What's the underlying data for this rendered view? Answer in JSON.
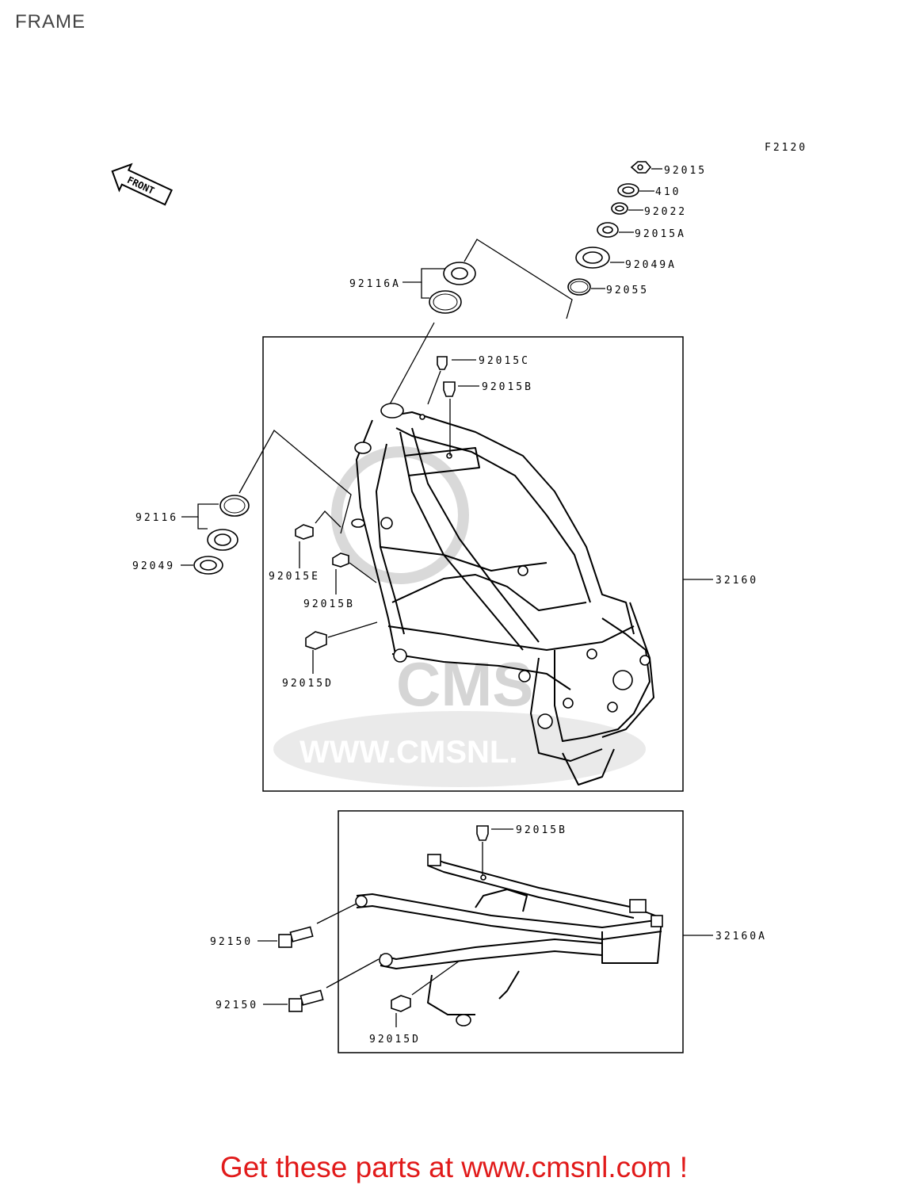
{
  "title": "FRAME",
  "figure_code": "F2120",
  "front_arrow_label": "FRONT",
  "watermark": {
    "logo_text": "CMS",
    "url_text": "WWW.CMSNL."
  },
  "callouts": {
    "p92015": "92015",
    "p410": "410",
    "p92022": "92022",
    "p92015A": "92015A",
    "p92049A": "92049A",
    "p92055": "92055",
    "p92116A": "92116A",
    "p92015C": "92015C",
    "p92015B_top": "92015B",
    "p92116": "92116",
    "p92049": "92049",
    "p92015E": "92015E",
    "p92015B_mid": "92015B",
    "p92015D_top": "92015D",
    "p32160": "32160",
    "p92015B_sub": "92015B",
    "p92150_a": "92150",
    "p92150_b": "92150",
    "p32160A": "32160A",
    "p92015D_sub": "92015D"
  },
  "cta_text": "Get these parts at www.cmsnl.com !",
  "colors": {
    "cta": "#e11a1a",
    "watermark": "#d9d9d9",
    "line": "#000000"
  }
}
